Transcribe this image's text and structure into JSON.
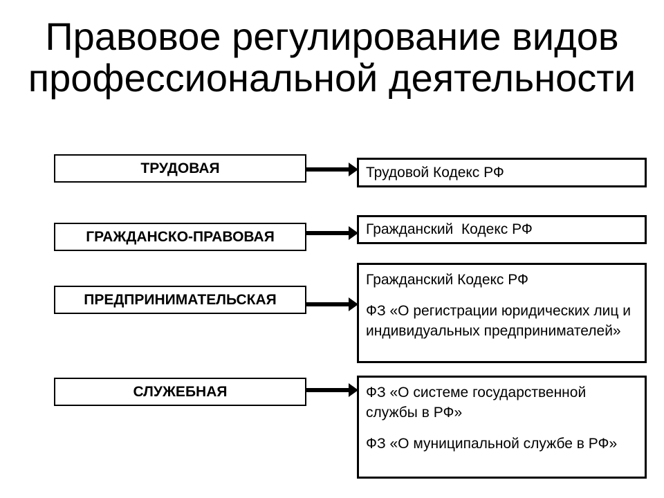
{
  "slide": {
    "title_line1": "Правовое регулирование видов",
    "title_line2": "профессиональной деятельности",
    "colors": {
      "background": "#ffffff",
      "text": "#000000",
      "border": "#000000",
      "arrow": "#000000"
    },
    "rows": [
      {
        "category": "ТРУДОВАЯ",
        "regulations": [
          "Трудовой Кодекс РФ"
        ]
      },
      {
        "category": "ГРАЖДАНСКО-ПРАВОВАЯ",
        "regulations": [
          "Гражданский  Кодекс РФ"
        ]
      },
      {
        "category": "ПРЕДПРИНИМАТЕЛЬСКАЯ",
        "regulations": [
          "Гражданский Кодекс РФ",
          "ФЗ «О регистрации юридических лиц и индивидуальных предпринимателей»"
        ]
      },
      {
        "category": "СЛУЖЕБНАЯ",
        "regulations": [
          "ФЗ «О системе государственной службы в РФ»",
          "ФЗ «О муниципальной службе в РФ»"
        ]
      }
    ]
  }
}
